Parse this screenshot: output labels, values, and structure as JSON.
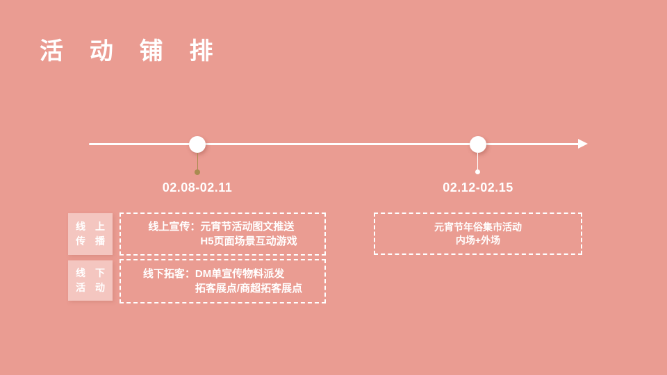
{
  "title": "活 动 铺 排",
  "colors": {
    "background": "#EA9C92",
    "label_box_bg": "#F4C6C0",
    "text": "#FFFFFF",
    "stem_gold": "#A98B50"
  },
  "timeline": {
    "milestones": [
      {
        "date": "02.08-02.11"
      },
      {
        "date": "02.12-02.15"
      }
    ]
  },
  "rows": [
    {
      "label": "线　上\n传　播",
      "line1": "线上宣传：元宵节活动图文推送",
      "line2": "H5页面场景互动游戏"
    },
    {
      "label": "线　下\n活　动",
      "line1": "线下拓客：DM单宣传物料派发",
      "line2": "拓客展点/商超拓客展点"
    }
  ],
  "right_box": {
    "line1": "元宵节年俗集市活动",
    "line2": "内场+外场"
  }
}
